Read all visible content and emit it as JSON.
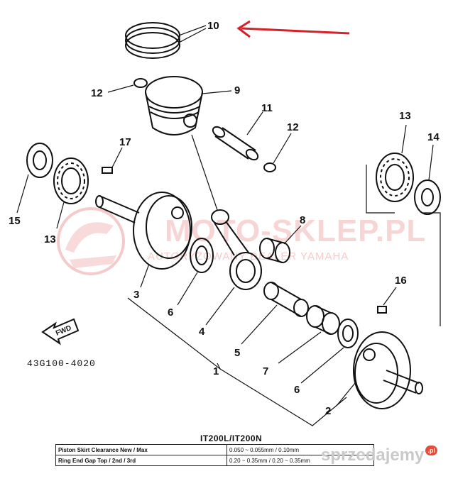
{
  "callouts": {
    "c10": "10",
    "c12a": "12",
    "c9": "9",
    "c11": "11",
    "c12b": "12",
    "c17": "17",
    "c13a": "13",
    "c14": "14",
    "c15": "15",
    "c13b": "13",
    "c8": "8",
    "c3": "3",
    "c6a": "6",
    "c4": "4",
    "c16": "16",
    "c5": "5",
    "c1": "1",
    "c7": "7",
    "c6b": "6",
    "c2": "2"
  },
  "fwd_label": "FWD",
  "part_number": "43G100-4020",
  "watermark": {
    "title": "MOTO-SKLEP.PL",
    "subtitle": "AUTORYZOWANY DEALER YAMAHA"
  },
  "spec_table": {
    "title": "IT200L/IT200N",
    "rows": [
      {
        "label": "Piston Skirt Clearance New / Max",
        "value": "0.050 ~ 0.055mm / 0.10mm"
      },
      {
        "label": "Ring End Gap Top / 2nd / 3rd",
        "value": "0.20 ~ 0.35mm / 0.20 ~ 0.35mm"
      }
    ]
  },
  "site_badge": {
    "text": "sprzedajemy",
    "suffix": ".pl"
  },
  "colors": {
    "arrow": "#d6202a",
    "ink": "#111111",
    "watermark": "#e46a6a"
  }
}
